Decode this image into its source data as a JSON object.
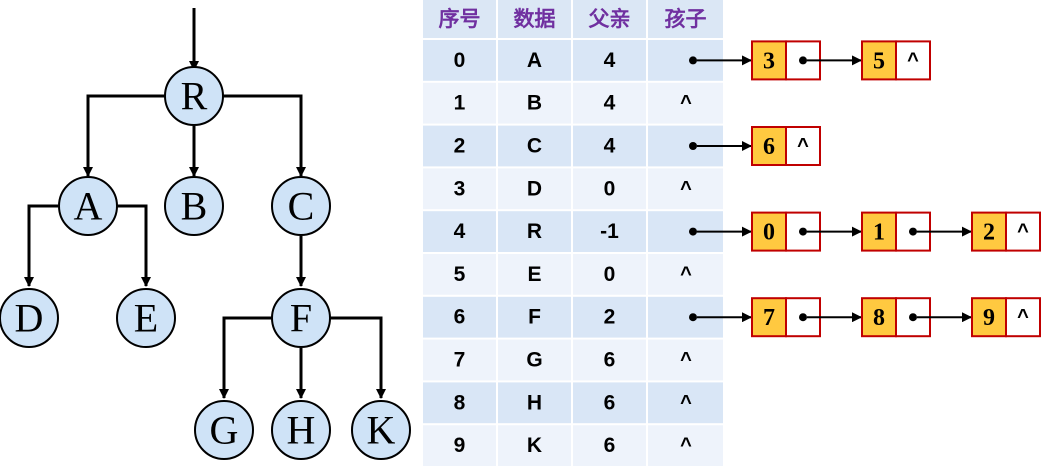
{
  "tree": {
    "nodes": [
      "R",
      "A",
      "B",
      "C",
      "D",
      "E",
      "F",
      "G",
      "H",
      "K"
    ]
  },
  "table": {
    "headers": [
      "序号",
      "数据",
      "父亲",
      "孩子"
    ],
    "rows": [
      {
        "index": "0",
        "data": "A",
        "parent": "4",
        "children": [
          "3",
          "5"
        ]
      },
      {
        "index": "1",
        "data": "B",
        "parent": "4",
        "children": []
      },
      {
        "index": "2",
        "data": "C",
        "parent": "4",
        "children": [
          "6"
        ]
      },
      {
        "index": "3",
        "data": "D",
        "parent": "0",
        "children": []
      },
      {
        "index": "4",
        "data": "R",
        "parent": "-1",
        "children": [
          "0",
          "1",
          "2"
        ]
      },
      {
        "index": "5",
        "data": "E",
        "parent": "0",
        "children": []
      },
      {
        "index": "6",
        "data": "F",
        "parent": "2",
        "children": [
          "7",
          "8",
          "9"
        ]
      },
      {
        "index": "7",
        "data": "G",
        "parent": "6",
        "children": []
      },
      {
        "index": "8",
        "data": "H",
        "parent": "6",
        "children": []
      },
      {
        "index": "9",
        "data": "K",
        "parent": "6",
        "children": []
      }
    ],
    "null_symbol": "^"
  },
  "colors": {
    "node_fill": "#cfe3f7",
    "header_text": "#7030a0",
    "list_box_fill": "#ffc940",
    "list_box_border": "#c00000"
  }
}
